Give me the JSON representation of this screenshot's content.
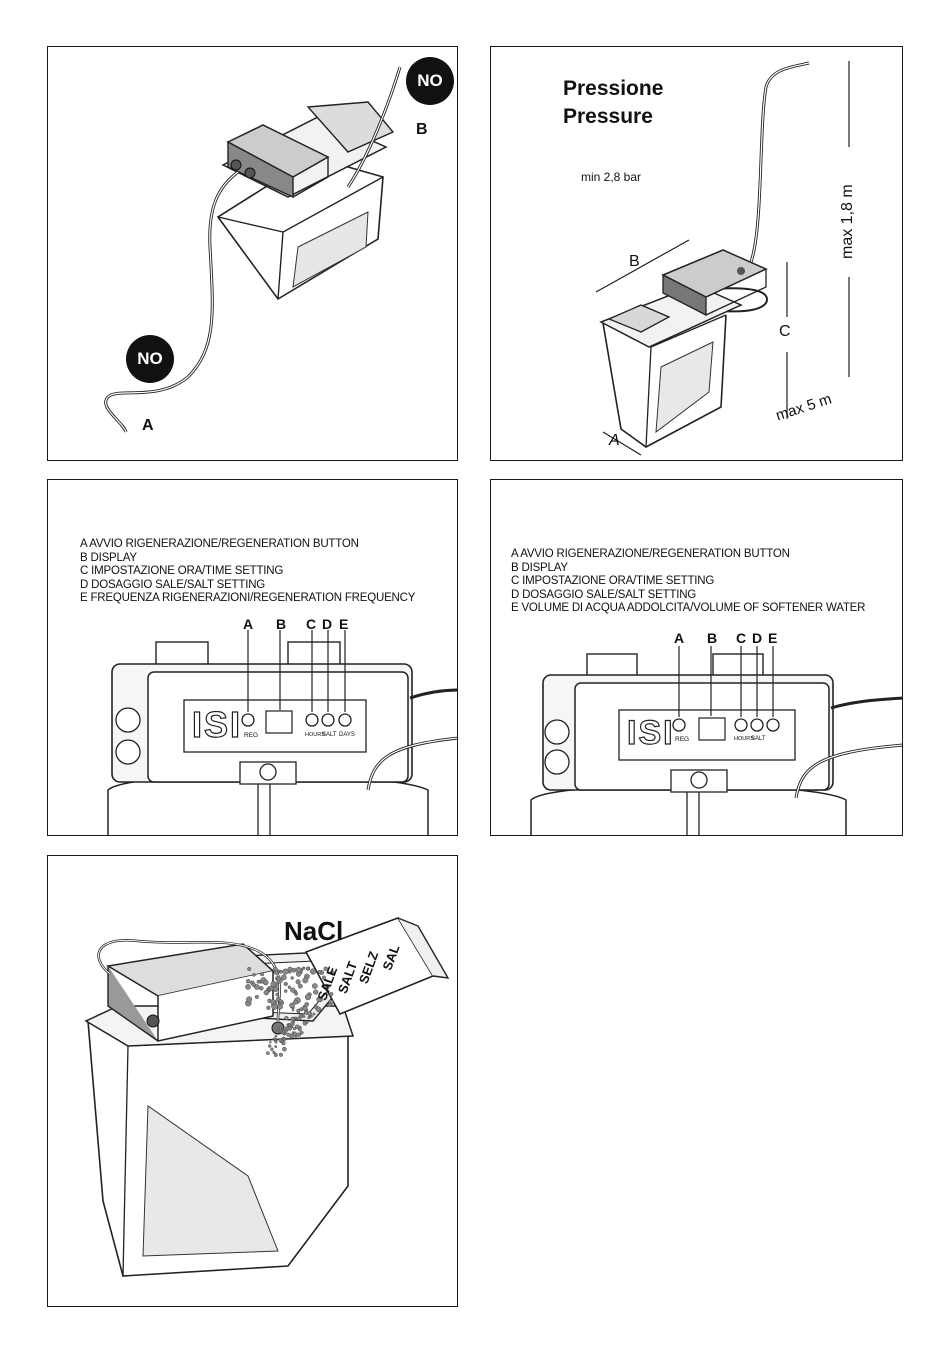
{
  "panel1": {
    "no_top": "NO",
    "no_bottom": "NO",
    "label_a": "A",
    "label_b": "B"
  },
  "panel2": {
    "title_it": "Pressione",
    "title_en": "Pressure",
    "min_pressure": "min 2,8 bar",
    "max_height": "max 1,8 m",
    "max_distance": "max 5 m",
    "label_a": "A",
    "label_b": "B",
    "label_c": "C"
  },
  "panel3": {
    "legend": [
      "A AVVIO RIGENERAZIONE/REGENERATION BUTTON",
      "B DISPLAY",
      "C IMPOSTAZIONE ORA/TIME SETTING",
      "D DOSAGGIO SALE/SALT SETTING",
      "E FREQUENZA RIGENERAZIONI/REGENERATION FREQUENCY"
    ],
    "letters": [
      "A",
      "B",
      "C",
      "D",
      "E"
    ],
    "brand": "ISI",
    "buttons": [
      "REG",
      "HOURS",
      "SALT",
      "DAYS"
    ]
  },
  "panel4": {
    "legend": [
      "A AVVIO RIGENERAZIONE/REGENERATION BUTTON",
      "B DISPLAY",
      "C IMPOSTAZIONE ORA/TIME SETTING",
      "D DOSAGGIO SALE/SALT SETTING",
      "E VOLUME DI ACQUA ADDOLCITA/VOLUME OF SOFTENER WATER"
    ],
    "letters": [
      "A",
      "B",
      "C",
      "D",
      "E"
    ],
    "brand": "ISI",
    "buttons": [
      "REG",
      "HOURS",
      "SALT"
    ]
  },
  "panel5": {
    "formula": "NaCl",
    "box_words": [
      "SALE",
      "SALT",
      "SELZ",
      "SAL"
    ]
  }
}
